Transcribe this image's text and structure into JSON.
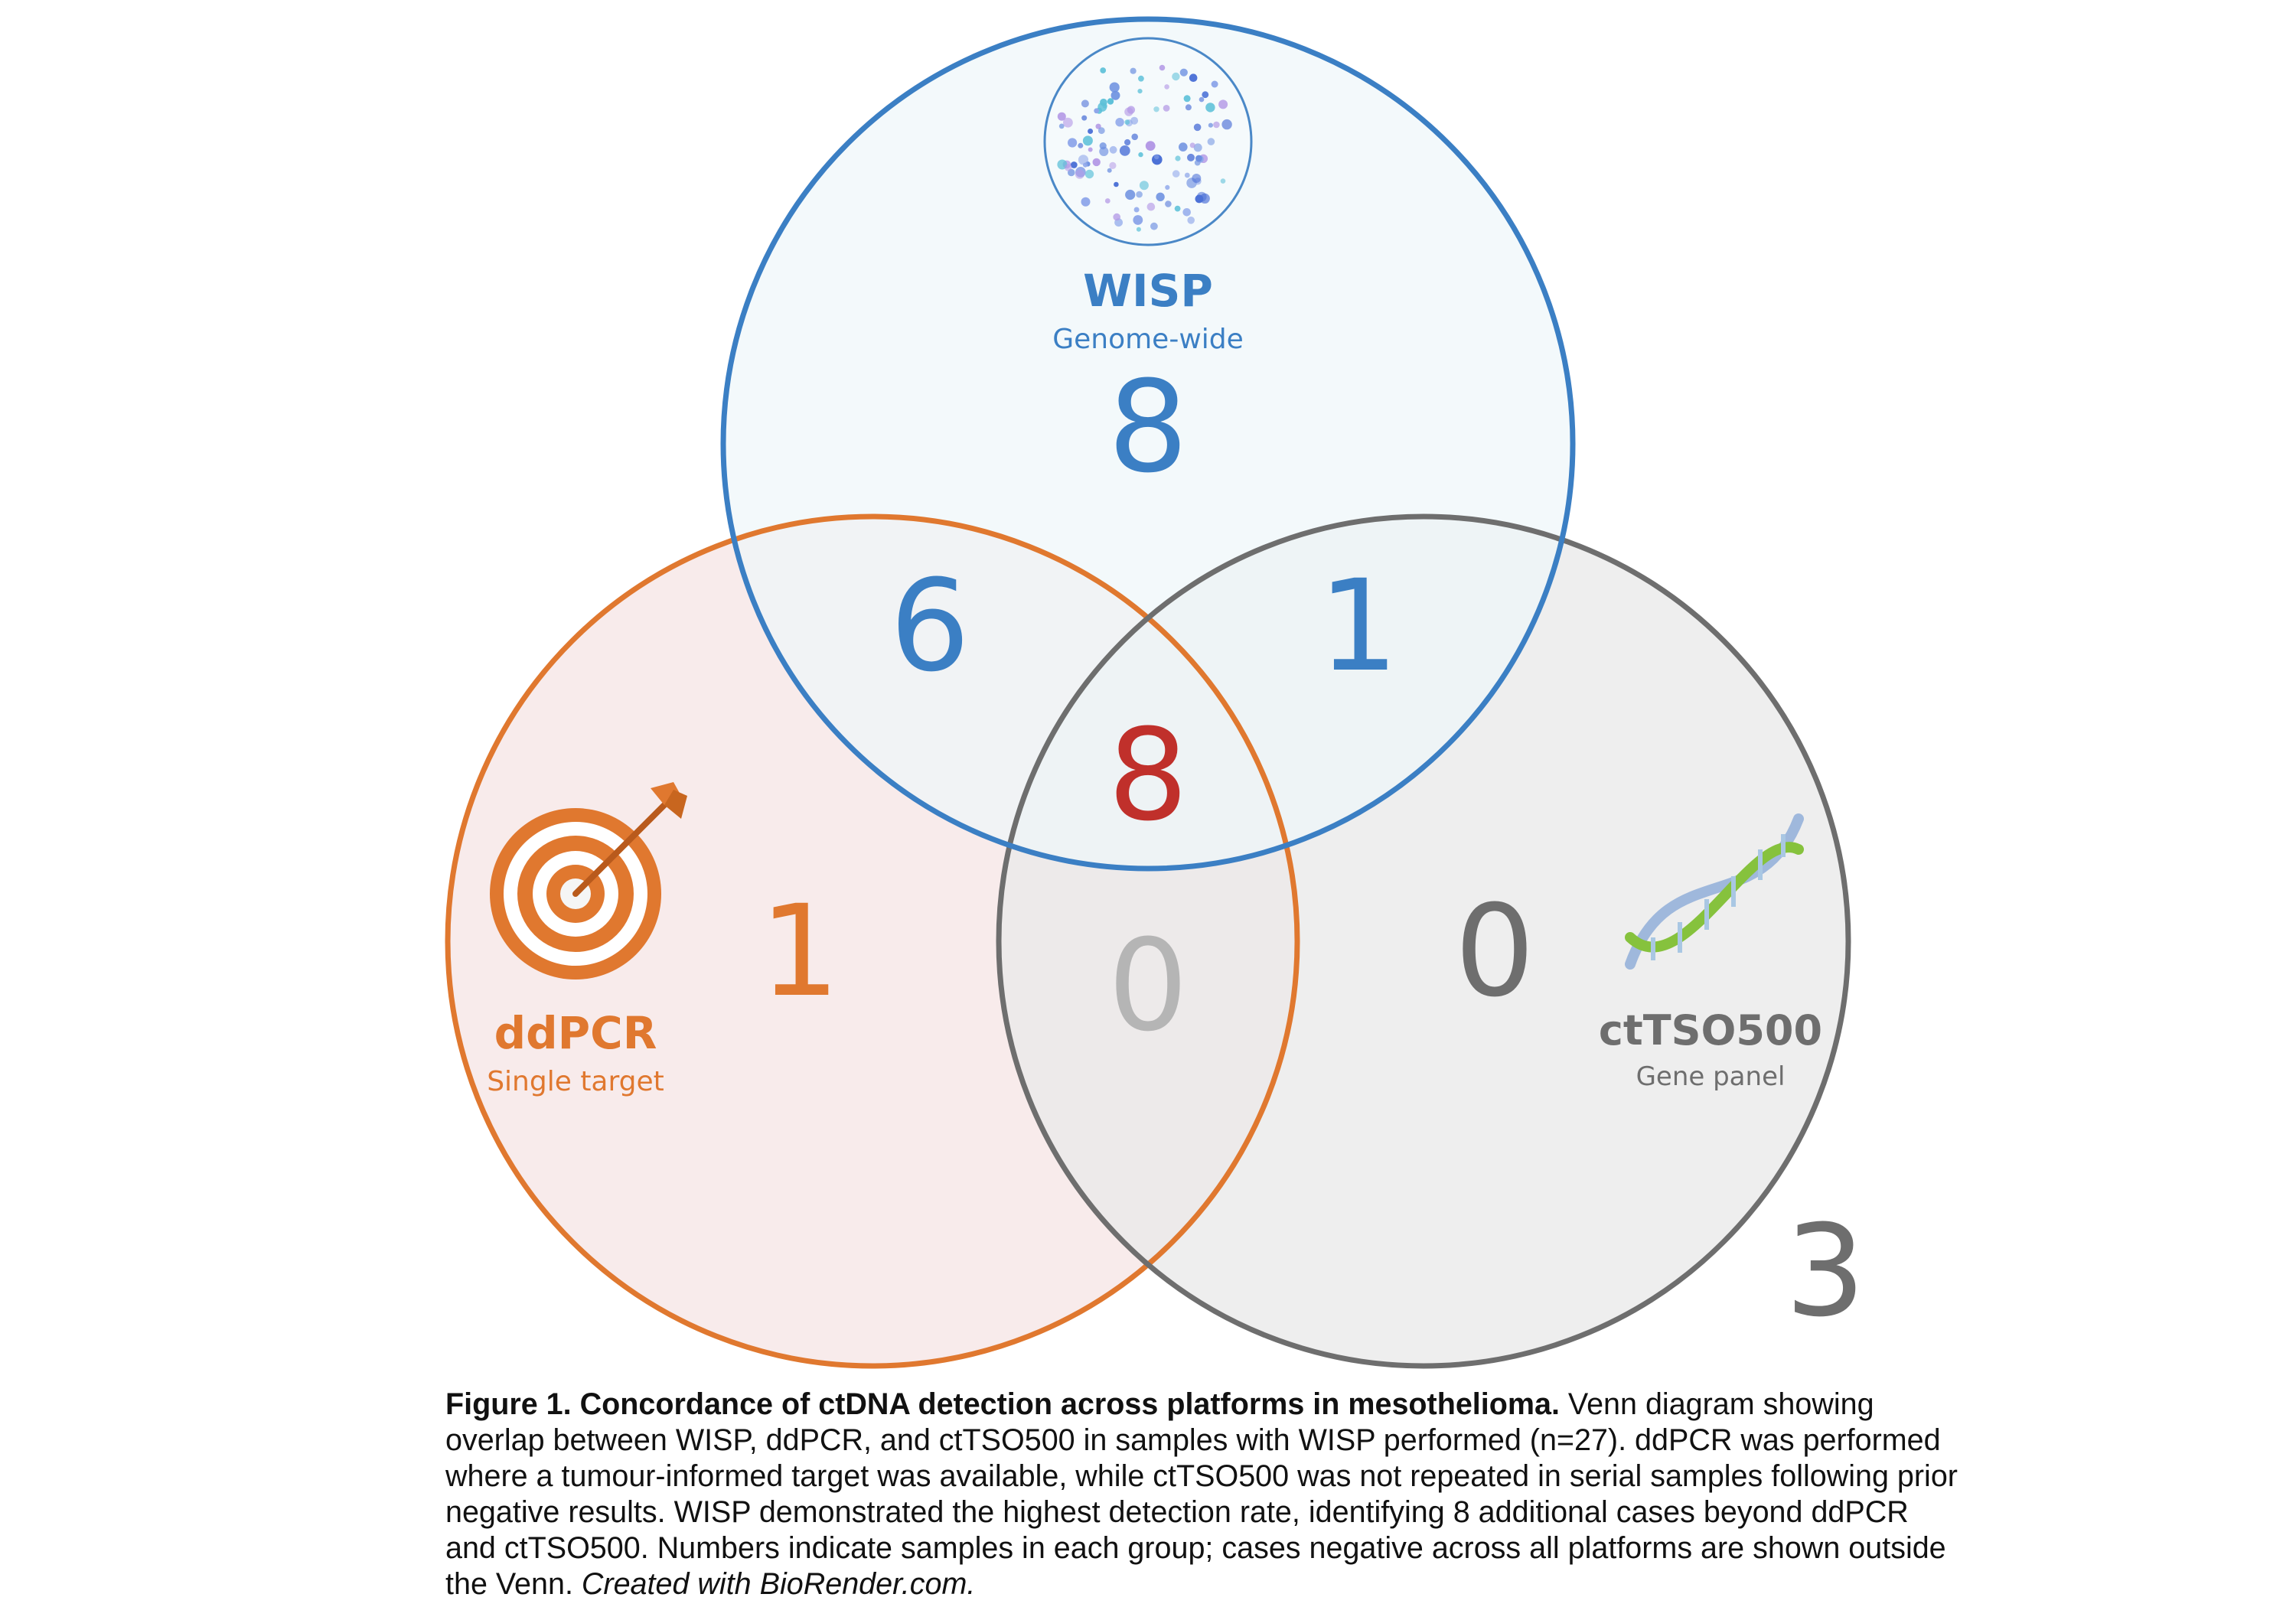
{
  "sets": {
    "wisp": {
      "title": "WISP",
      "subtitle": "Genome-wide",
      "color": "#3b7fc4",
      "fill": "#eef7f9"
    },
    "ddpcr": {
      "title": "ddPCR",
      "subtitle": "Single target",
      "color": "#e0782f",
      "fill": "#f7e9e9"
    },
    "cttso": {
      "title": "ctTSO500",
      "subtitle": "Gene panel",
      "color": "#6e6e6e",
      "fill": "#eaeaea"
    }
  },
  "regions": {
    "wisp_only": "8",
    "wisp_ddpcr": "6",
    "wisp_cttso": "1",
    "all_three": "8",
    "ddpcr_only": "1",
    "ddpcr_cttso": "0",
    "cttso_only": "0",
    "outside": "3"
  },
  "colors": {
    "all_three": "#c0302b",
    "ddpcr_cttso": "#b5b5b5",
    "outside": "#6e6e6e"
  },
  "icons": {
    "wisp": "dotted-sphere-icon",
    "ddpcr": "target-arrow-icon",
    "cttso": "dna-helix-icon"
  },
  "caption": {
    "title": "Figure 1. Concordance of ctDNA detection across platforms in mesothelioma.",
    "body": " Venn diagram showing overlap between WISP, ddPCR, and ctTSO500 in samples with WISP performed (n=27). ddPCR was performed where a tumour-informed target was available, while ctTSO500 was not repeated in serial samples following prior negative results. WISP demonstrated the highest detection rate, identifying 8 additional cases beyond ddPCR and ctTSO500. Numbers indicate samples in each group; cases negative across all platforms are shown outside the Venn. ",
    "credit": "Created with BioRender.com."
  }
}
